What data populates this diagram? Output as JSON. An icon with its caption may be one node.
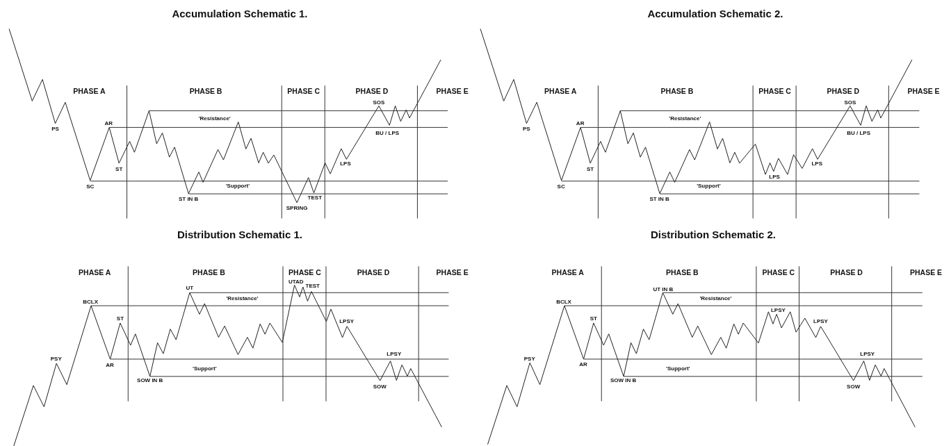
{
  "diagram": {
    "labels": [
      "Accumulation Schematic 1.",
      "PHASE A",
      "PHASE B",
      "PHASE C",
      "PHASE D",
      "PHASE E",
      "PS",
      "SC",
      "AR",
      "ST",
      "ST IN B",
      "'Resistance'",
      "'Support'",
      "SPRING",
      "TEST",
      "LPS",
      "SOS",
      "BU / LPS",
      "Accumulation Schematic 2.",
      "PHASE A",
      "PHASE B",
      "PHASE C",
      "PHASE D",
      "PHASE E",
      "PS",
      "SC",
      "AR",
      "ST",
      "ST IN B",
      "'Resistance'",
      "'Support'",
      "LPS",
      "LPS",
      "SOS",
      "BU / LPS",
      "Distribution Schematic 1.",
      "PHASE A",
      "PHASE B",
      "PHASE C",
      "PHASE D",
      "PHASE E",
      "PSY",
      "BCLX",
      "AR",
      "ST",
      "SOW IN B",
      "UT",
      "'Resistance'",
      "'Support'",
      "UTAD",
      "TEST",
      "LPSY",
      "SOW",
      "LPSY",
      "Distribution Schematic 2.",
      "PHASE A",
      "PHASE B",
      "PHASE C",
      "PHASE D",
      "PHASE E",
      "PSY",
      "BCLX",
      "AR",
      "ST",
      "SOW IN B",
      "UT IN B",
      "'Resistance'",
      "'Support'",
      "LPSY",
      "LPSY",
      "SOW",
      "LPSY"
    ]
  }
}
